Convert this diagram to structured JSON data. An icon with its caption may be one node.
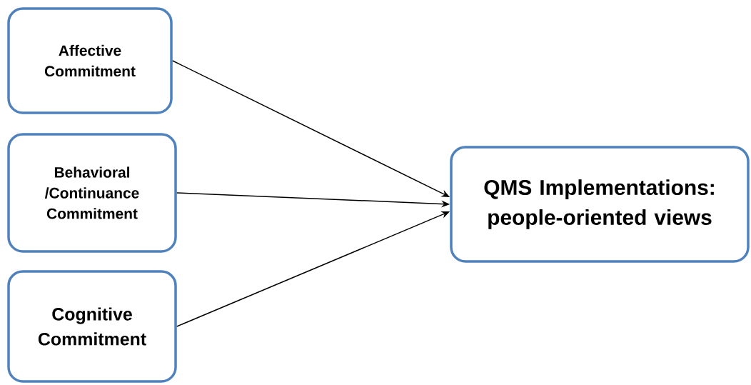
{
  "diagram": {
    "nodes": [
      {
        "text": [
          "Affective Commitment"
        ]
      },
      {
        "text": [
          "Behavioral /Continuance Commitment"
        ]
      },
      {
        "text": [
          "Cognitive Commitment"
        ]
      },
      {
        "text": [
          "QMS Implementations: people-oriented views"
        ]
      }
    ],
    "edges": [
      {
        "from": 0,
        "to": 3,
        "arrow": "to"
      },
      {
        "from": 1,
        "to": 3,
        "arrow": "to"
      },
      {
        "from": 2,
        "to": 3,
        "arrow": "to"
      }
    ]
  }
}
